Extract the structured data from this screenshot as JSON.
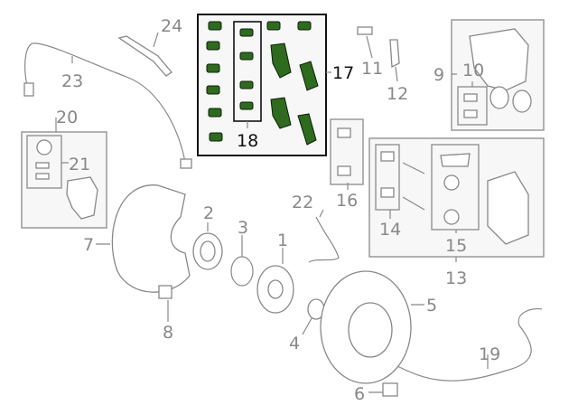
{
  "diagram": {
    "title": "Rear brake assembly parts diagram",
    "highlight_color": "#2e6b1e",
    "callouts": {
      "c1": "1",
      "c2": "2",
      "c3": "3",
      "c4": "4",
      "c5": "5",
      "c6": "6",
      "c7": "7",
      "c8": "8",
      "c9": "9",
      "c10": "10",
      "c11": "11",
      "c12": "12",
      "c13": "13",
      "c14": "14",
      "c15": "15",
      "c16": "16",
      "c17": "17",
      "c18": "18",
      "c19": "19",
      "c20": "20",
      "c21": "21",
      "c22": "22",
      "c23": "23",
      "c24": "24"
    }
  }
}
